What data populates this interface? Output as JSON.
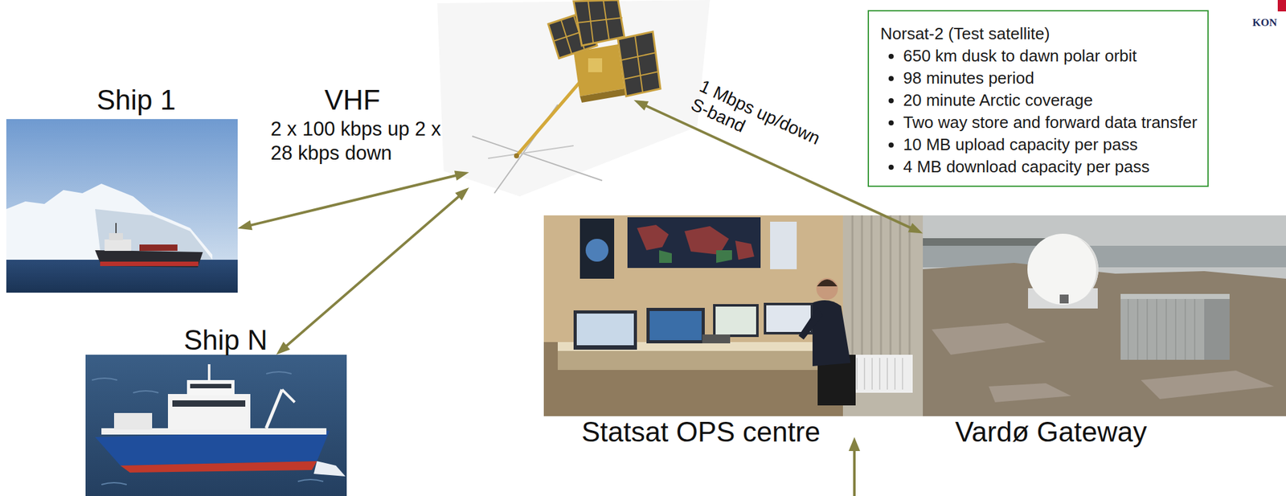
{
  "diagram": {
    "nodes": [
      {
        "text": [
          "Ship 1"
        ]
      },
      {
        "text": [
          "VHF",
          "2 x 100 kbps up 2 x 28 kbps down"
        ]
      },
      {
        "text": [
          "Norsat-2 (Test satellite)",
          "650 km dusk to dawn polar orbit",
          "98 minutes period",
          "20 minute Arctic coverage",
          "Two way store and forward data transfer",
          "10 MB upload capacity per pass",
          "4 MB download capacity per pass"
        ]
      },
      {
        "text": [
          "Ship N"
        ]
      },
      {
        "text": [
          "Statsat OPS centre"
        ]
      },
      {
        "text": [
          "Vardø Gateway"
        ]
      }
    ],
    "edges": [
      {
        "from": 0,
        "to": 1,
        "arrow": "both"
      },
      {
        "from": 3,
        "to": 1,
        "arrow": "both"
      },
      {
        "from": 1,
        "to": 5,
        "label": "1 Mbps up/down S-band",
        "arrow": "both"
      }
    ],
    "labels": [
      "KON"
    ]
  }
}
